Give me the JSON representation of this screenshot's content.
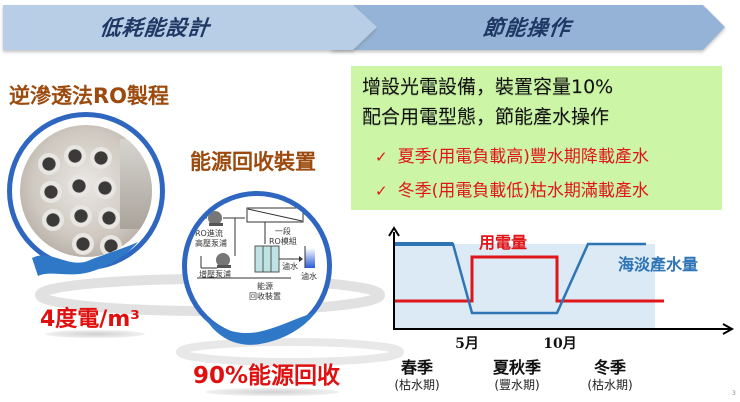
{
  "header": {
    "left_stage": "低耗能設計",
    "right_stage": "節能操作",
    "left_color": "#b8cde6",
    "right_color": "#95b3d7",
    "text_color": "#1f3864"
  },
  "left_panel": {
    "ro_title": "逆滲透法RO製程",
    "ro_stat": "4度電/m³",
    "erd_title": "能源回收裝置",
    "erd_stat": "90%能源回收",
    "erd_diagram": {
      "hp_pump": "RO進流\n高壓泵浦",
      "hp_pump_line1": "RO進流",
      "hp_pump_line2": "高壓泵浦",
      "ro_module_line1": "一段",
      "ro_module_line2": "RO模組",
      "booster_pump": "增壓泵浦",
      "brine_flow": "滷水",
      "brine_tank": "滷水",
      "erd_line1": "能源",
      "erd_line2": "回收裝置"
    },
    "title_color": "#9c4a0e",
    "stat_color": "#e01010",
    "ring_color": "#2f67c0"
  },
  "right_panel": {
    "box_color": "#ccf5a6",
    "line1": "增設光電設備，裝置容量10%",
    "line2": "配合用電型態，節能產水操作",
    "bullets": [
      {
        "icon": "✓",
        "text": "夏季(用電負載高)豐水期降載產水"
      },
      {
        "icon": "✓",
        "text": "冬季(用電負載低)枯水期滿載產水"
      }
    ],
    "bullet_color": "#e0161a"
  },
  "chart_data": {
    "type": "line",
    "title": "",
    "xlabel": "",
    "ylabel": "",
    "x_ticks": [
      "5月",
      "10月"
    ],
    "series": [
      {
        "name": "用電量",
        "color": "#e0161a",
        "points_desc": "low in spring (Jan–May), high in summer/autumn (May–Oct), low in winter (Oct–Dec)",
        "values": [
          {
            "x": "Jan",
            "level": "low"
          },
          {
            "x": "May",
            "level": "high"
          },
          {
            "x": "Oct",
            "level": "low"
          },
          {
            "x": "Dec",
            "level": "low"
          }
        ]
      },
      {
        "name": "海淡產水量",
        "color": "#2e75b6",
        "points_desc": "high in spring, ramps down to low around May, low through summer/autumn, ramps up after Oct to high in winter",
        "values": [
          {
            "x": "Jan",
            "level": "high"
          },
          {
            "x": "Apr",
            "level": "high"
          },
          {
            "x": "May",
            "level": "low"
          },
          {
            "x": "Oct",
            "level": "low"
          },
          {
            "x": "Nov",
            "level": "high"
          },
          {
            "x": "Dec",
            "level": "high"
          }
        ]
      }
    ],
    "seasons": [
      {
        "name": "春季",
        "period": "(枯水期)"
      },
      {
        "name": "夏秋季",
        "period": "(豐水期)"
      },
      {
        "name": "冬季",
        "period": "(枯水期)"
      }
    ],
    "area_fill": "#dbeaf4",
    "grid": false
  },
  "page_number": "3"
}
